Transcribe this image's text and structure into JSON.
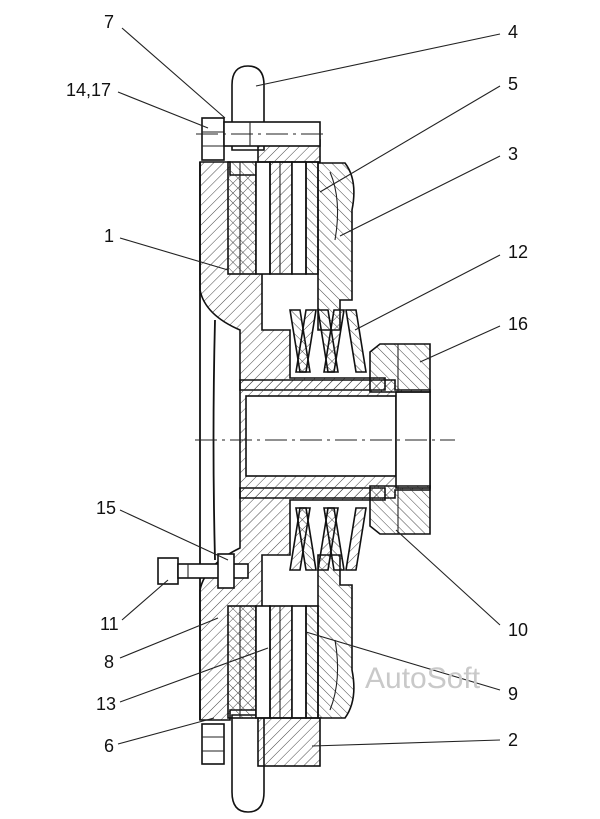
{
  "watermark": "AutoSoft",
  "labels": {
    "l7": "7",
    "l4": "4",
    "l1417": "14,17",
    "l5": "5",
    "l3": "3",
    "l1": "1",
    "l12": "12",
    "l16": "16",
    "l15": "15",
    "l11": "11",
    "l10": "10",
    "l8": "8",
    "l9": "9",
    "l13": "13",
    "l6": "6",
    "l2": "2"
  }
}
